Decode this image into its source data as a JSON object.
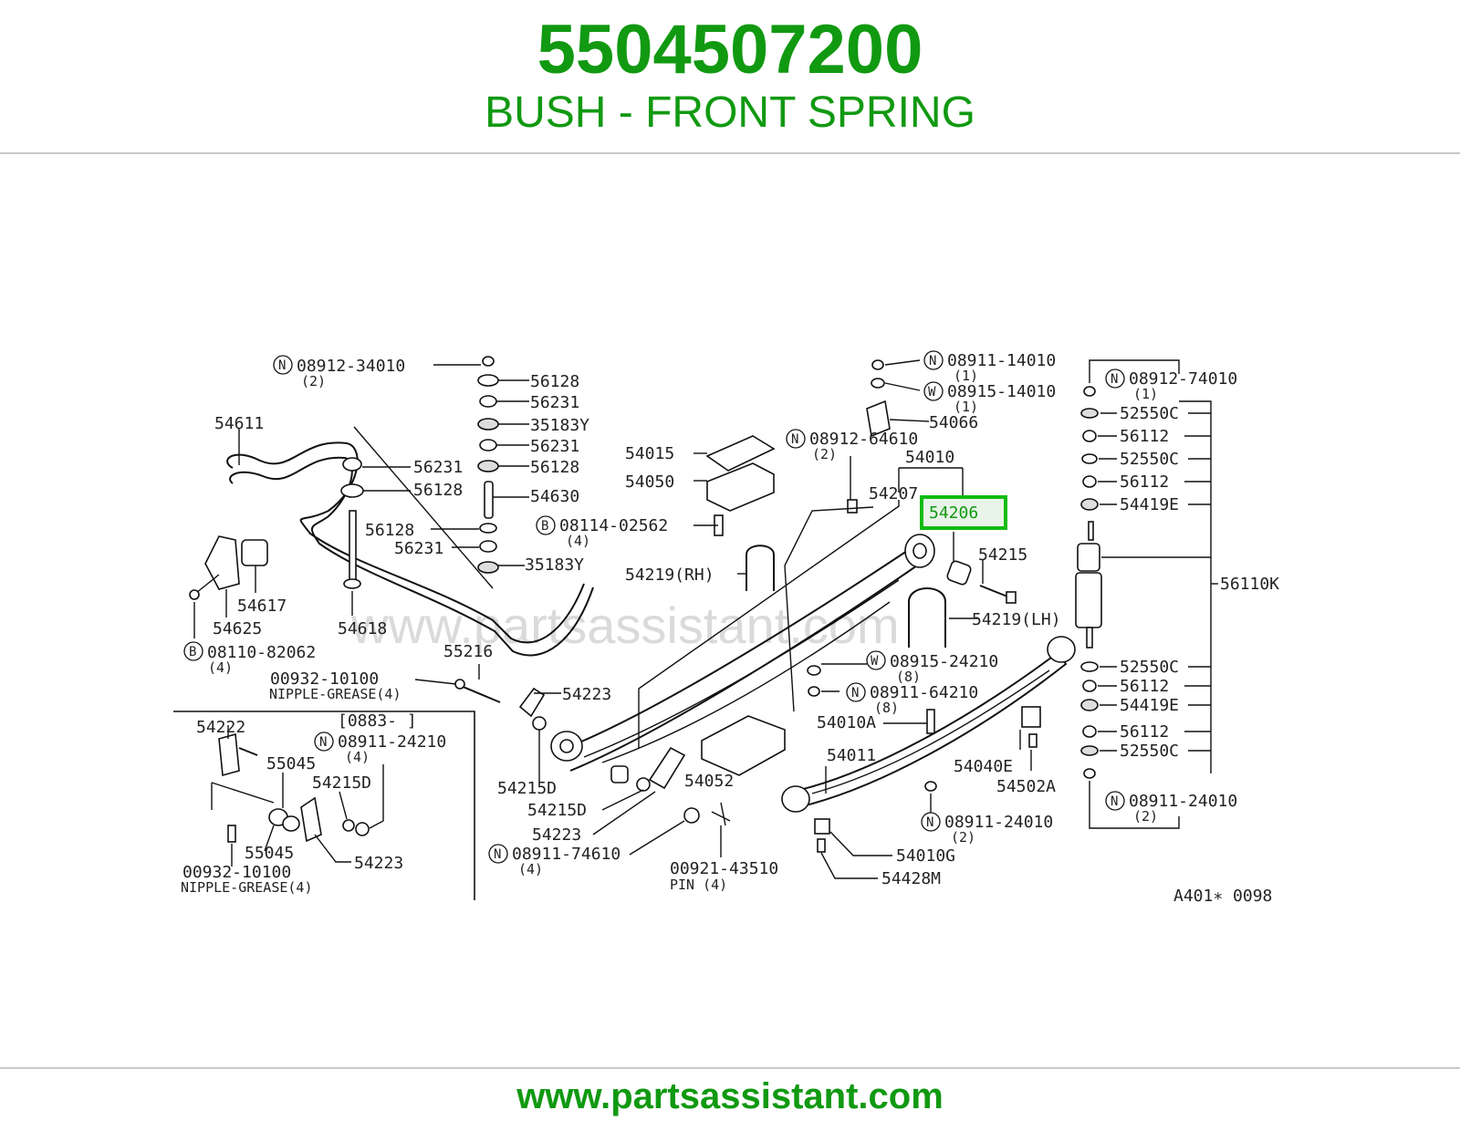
{
  "header": {
    "part_number": "5504507200",
    "part_name": "BUSH - FRONT SPRING"
  },
  "footer": {
    "url": "www.partsassistant.com"
  },
  "watermark": "www.partsassistant.com",
  "highlight": {
    "label": "54206",
    "color": "#11bb11"
  },
  "brand_color": "#119911",
  "labels": {
    "n0891234010": "08912-34010",
    "q2a": "(2)",
    "p56128a": "56128",
    "p56231a": "56231",
    "p35183ya": "35183Y",
    "p56231b": "56231",
    "p56128b": "56128",
    "p54611": "54611",
    "p56231c": "56231",
    "p56128c": "56128",
    "p54630": "54630",
    "p56128d": "56128",
    "p56231d": "56231",
    "p35183yb": "35183Y",
    "p54617": "54617",
    "p54625": "54625",
    "p54618": "54618",
    "b0811082062": "08110-82062",
    "q4a": "(4)",
    "p54015": "54015",
    "p54050": "54050",
    "b0811402562": "08114-02562",
    "q4b": "(4)",
    "p54219rh": "54219(RH)",
    "n0891164610": "08912-64610",
    "q2b": "(2)",
    "n0891114010": "08911-14010",
    "q1a": "(1)",
    "w0891514010": "08915-14010",
    "q1b": "(1)",
    "p54066": "54066",
    "p54010": "54010",
    "p54207": "54207",
    "p54215": "54215",
    "p54219lh": "54219(LH)",
    "n0891274010": "08912-74010",
    "q1c": "(1)",
    "p52550c1": "52550C",
    "p56112a": "56112",
    "p52550c2": "52550C",
    "p56112b": "56112",
    "p54419e1": "54419E",
    "p56110k": "56110K",
    "p52550c3": "52550C",
    "p56112c": "56112",
    "p54419e2": "54419E",
    "p56112d": "56112",
    "p52550c4": "52550C",
    "n0891124010b": "08911-24010",
    "q2c": "(2)",
    "p55216": "55216",
    "p0093210100a": "00932-10100",
    "nipple_a": "NIPPLE-GREASE(4)",
    "p54223a": "54223",
    "w0891524210": "08915-24210",
    "q8a": "(8)",
    "n0891164210": "08911-64210",
    "q8b": "(8)",
    "p54010a": "54010A",
    "p54011": "54011",
    "p54040e": "54040E",
    "p54502a": "54502A",
    "n0891124010c": "08911-24010",
    "q2d": "(2)",
    "p54010g": "54010G",
    "p54428m": "54428M",
    "p54215da": "54215D",
    "p54215db": "54215D",
    "p54223b": "54223",
    "p54052": "54052",
    "n0891174610": "08911-74610",
    "q4c": "(4)",
    "p0092143510": "00921-43510",
    "pin4": "PIN (4)",
    "inset_date": "[0883-      ]",
    "p54222": "54222",
    "n0891124210": "08911-24210",
    "q4d": "(4)",
    "p55045a": "55045",
    "p54215dc": "54215D",
    "p55045b": "55045",
    "p54223c": "54223",
    "p0093210100b": "00932-10100",
    "nipple_b": "NIPPLE-GREASE(4)",
    "ref_code": "A401∗ 0098",
    "circle_n": "N",
    "circle_w": "W",
    "circle_b": "B"
  }
}
